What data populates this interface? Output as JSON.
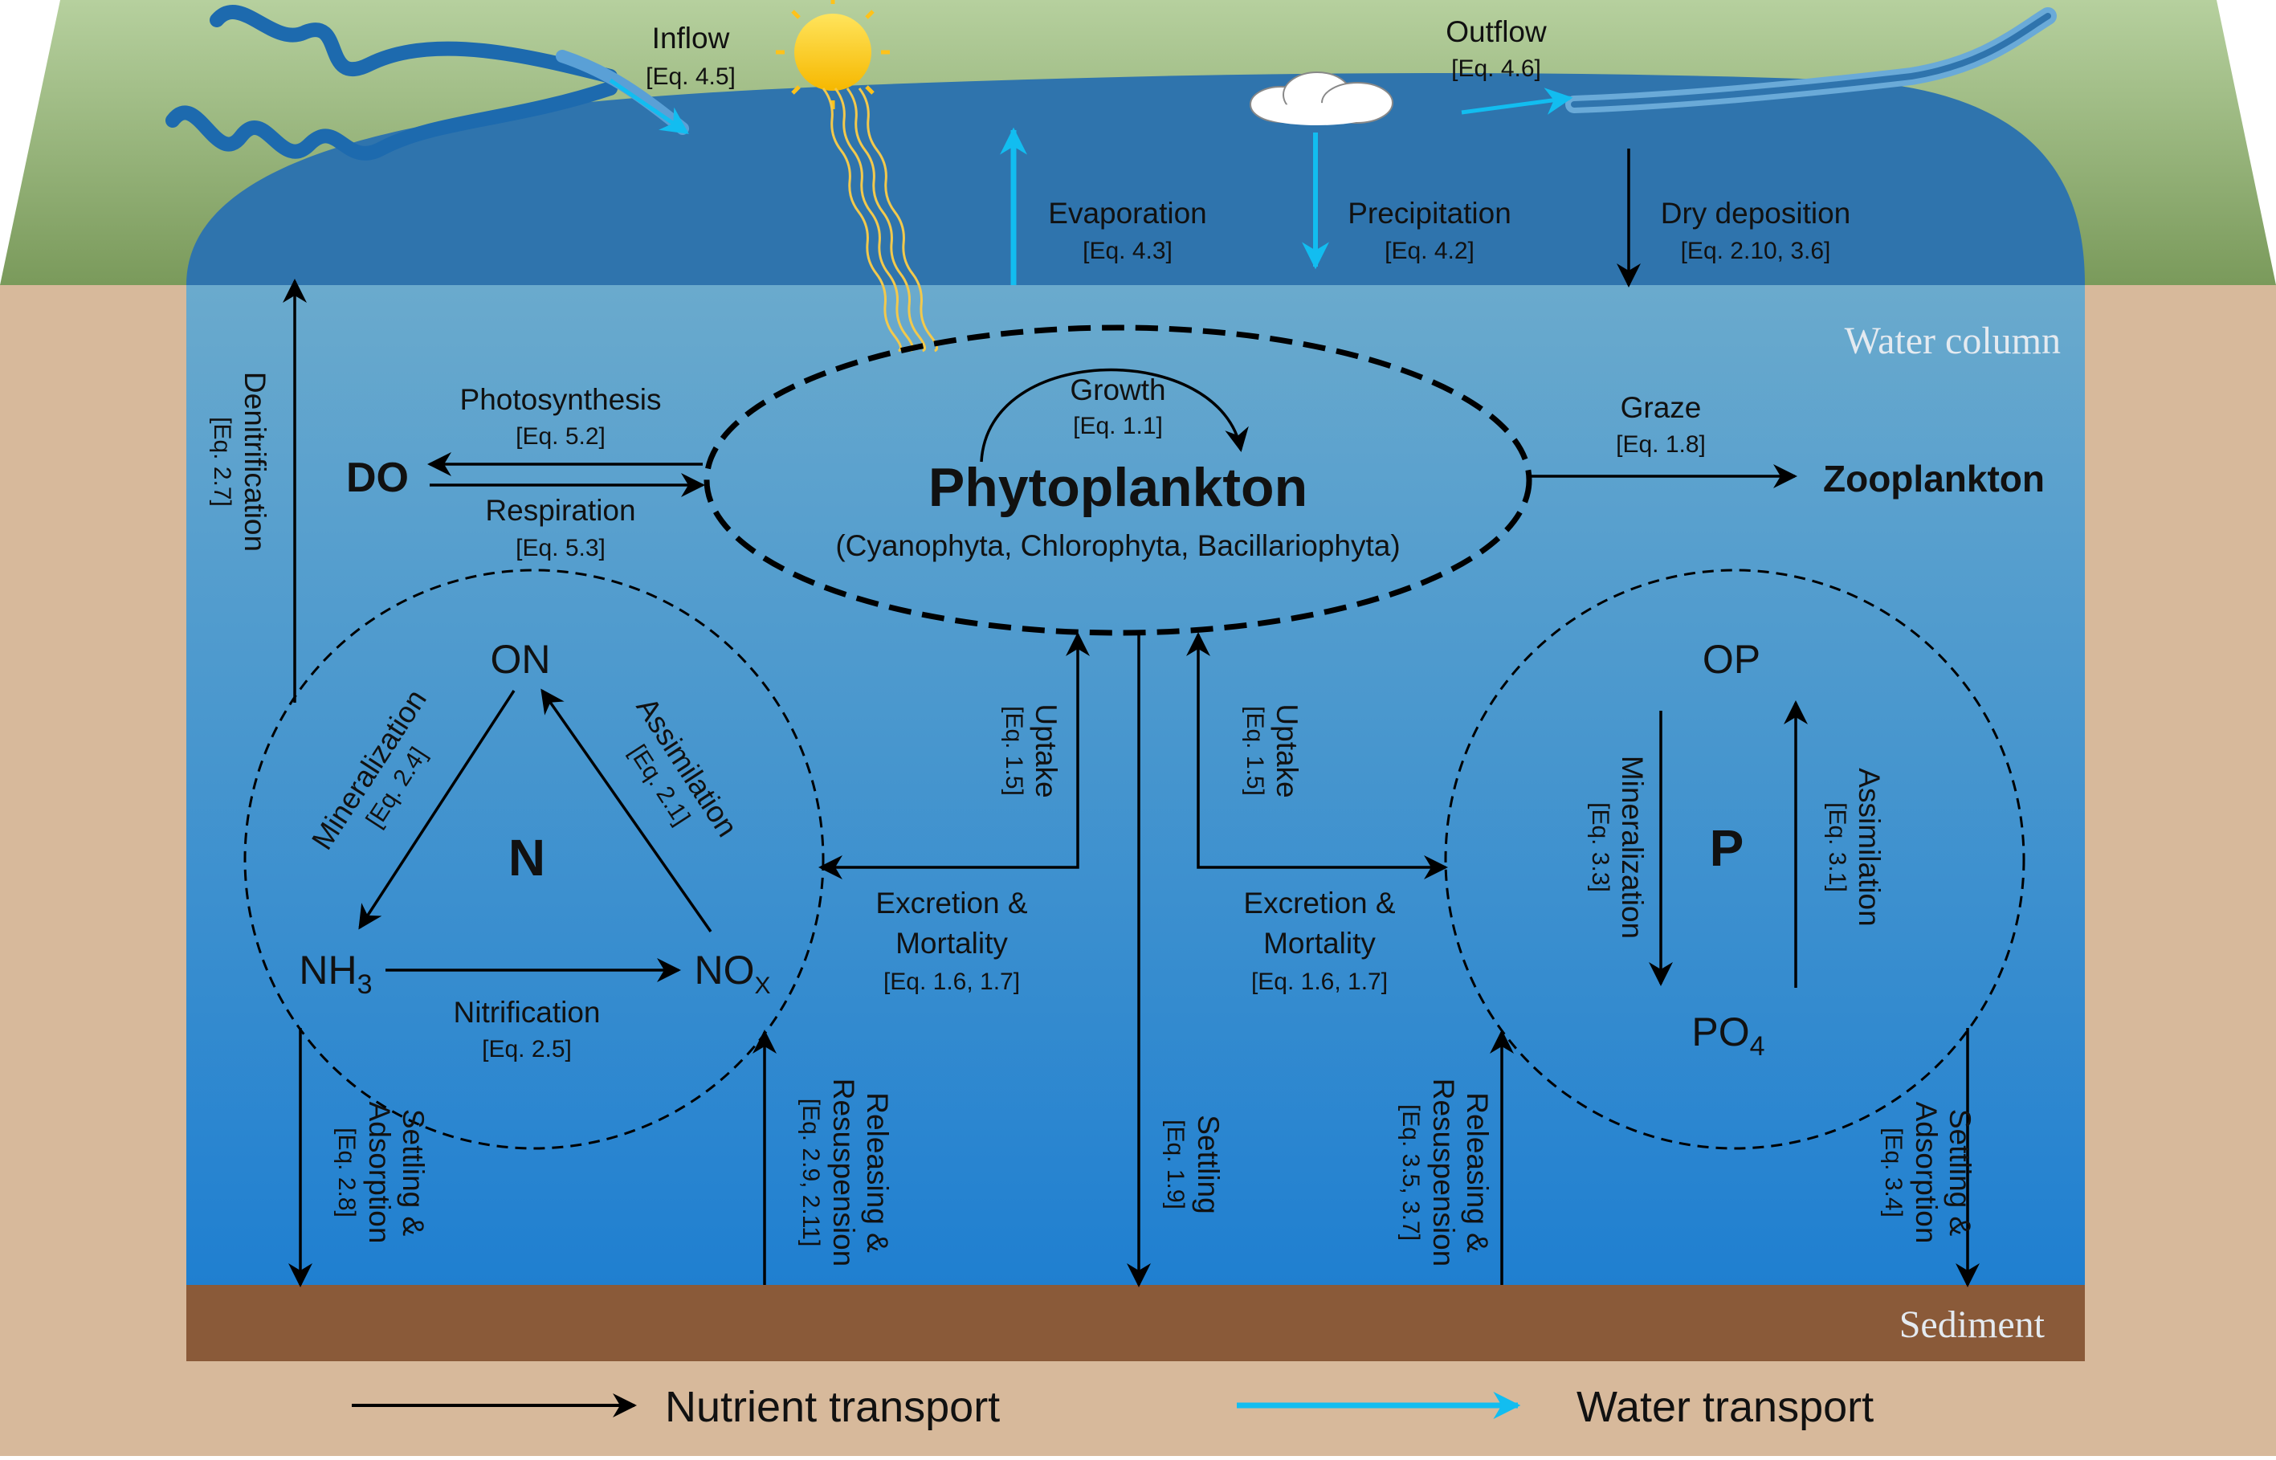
{
  "colors": {
    "land_light": "#b4cf9b",
    "land_dark": "#7a9a5b",
    "lake_surface": "#2f74ad",
    "water_top": "#6aa9cc",
    "water_bottom": "#1f7fcf",
    "sediment": "#8a5a39",
    "soil": "#d7b99b",
    "nutrient_arrow": "#000000",
    "water_arrow": "#12bdf0",
    "sun": "#ffc21a",
    "river": "#1d6aae"
  },
  "regions": {
    "water_column": "Water column",
    "sediment": "Sediment"
  },
  "surface": {
    "inflow": {
      "label": "Inflow",
      "eq": "[Eq. 4.5]"
    },
    "outflow": {
      "label": "Outflow",
      "eq": "[Eq. 4.6]"
    },
    "evaporation": {
      "label": "Evaporation",
      "eq": "[Eq. 4.3]"
    },
    "precipitation": {
      "label": "Precipitation",
      "eq": "[Eq. 4.2]"
    },
    "dry_deposition": {
      "label": "Dry deposition",
      "eq": "[Eq. 2.10, 3.6]"
    }
  },
  "phyto": {
    "title": "Phytoplankton",
    "subtitle": "(Cyanophyta, Chlorophyta, Bacillariophyta)",
    "growth": {
      "label": "Growth",
      "eq": "[Eq. 1.1]"
    }
  },
  "do_block": {
    "name": "DO",
    "photosynthesis": {
      "label": "Photosynthesis",
      "eq": "[Eq. 5.2]"
    },
    "respiration": {
      "label": "Respiration",
      "eq": "[Eq. 5.3]"
    }
  },
  "graze": {
    "label": "Graze",
    "eq": "[Eq. 1.8]",
    "target": "Zooplankton"
  },
  "denitrification": {
    "label": "Denitrification",
    "eq": "[Eq. 2.7]"
  },
  "nitrogen": {
    "symbol": "N",
    "on": "ON",
    "nh3_base": "NH",
    "nh3_sub": "3",
    "nox_base": "NO",
    "nox_sub": "X",
    "mineralization": {
      "label": "Mineralization",
      "eq": "[Eq. 2.4]"
    },
    "assimilation": {
      "label": "Assimilation",
      "eq": "[Eq. 2.1]"
    },
    "nitrification": {
      "label": "Nitrification",
      "eq": "[Eq. 2.5]"
    }
  },
  "phosphorus": {
    "symbol": "P",
    "op": "OP",
    "po4_base": "PO",
    "po4_sub": "4",
    "mineralization": {
      "label": "Mineralization",
      "eq": "[Eq. 3.3]"
    },
    "assimilation": {
      "label": "Assimilation",
      "eq": "[Eq. 3.1]"
    }
  },
  "uptake_left": {
    "label": "Uptake",
    "eq": "[Eq. 1.5]"
  },
  "uptake_right": {
    "label": "Uptake",
    "eq": "[Eq. 1.5]"
  },
  "excretion_left": {
    "line1": "Excretion &",
    "line2": "Mortality",
    "eq": "[Eq. 1.6, 1.7]"
  },
  "excretion_right": {
    "line1": "Excretion &",
    "line2": "Mortality",
    "eq": "[Eq. 1.6, 1.7]"
  },
  "settling_center": {
    "label": "Settling",
    "eq": "[Eq. 1.9]"
  },
  "n_settling": {
    "line1": "Settling &",
    "line2": "Adsorption",
    "eq": "[Eq. 2.8]"
  },
  "n_releasing": {
    "line1": "Releasing &",
    "line2": "Resuspension",
    "eq": "[Eq. 2.9, 2.11]"
  },
  "p_releasing": {
    "line1": "Releasing &",
    "line2": "Resuspension",
    "eq": "[Eq. 3.5, 3.7]"
  },
  "p_settling": {
    "line1": "Settling &",
    "line2": "Adsorption",
    "eq": "[Eq. 3.4]"
  },
  "legend": {
    "nutrient": "Nutrient transport",
    "water": "Water transport"
  }
}
